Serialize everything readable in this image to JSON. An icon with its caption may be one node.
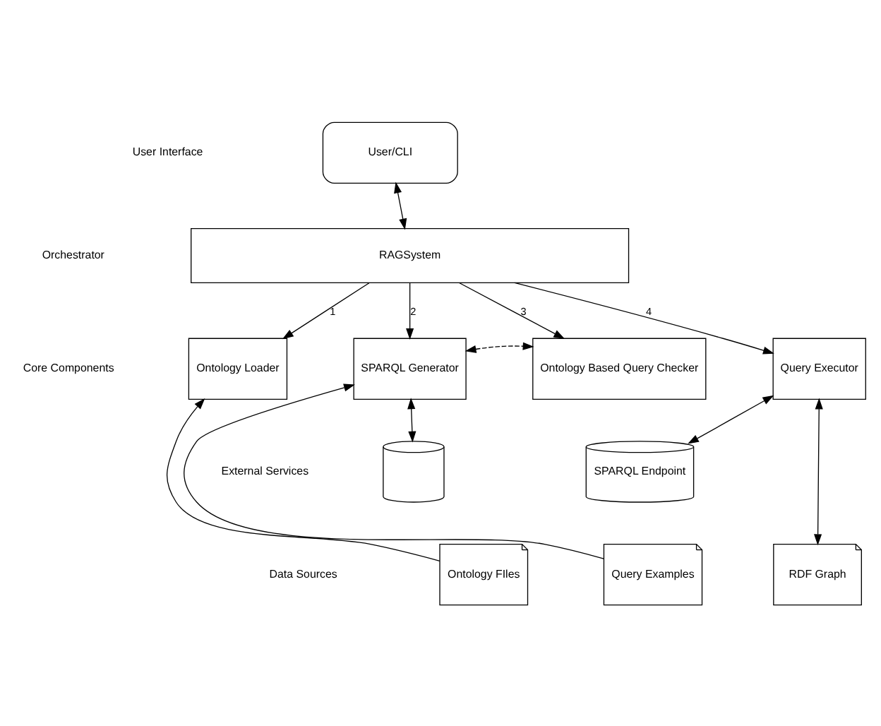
{
  "diagram": {
    "nodes": [
      {
        "text": [
          "User/CLI"
        ]
      },
      {
        "text": [
          "RAGSystem"
        ]
      },
      {
        "text": [
          "Ontology Loader"
        ]
      },
      {
        "text": [
          "SPARQL Generator"
        ]
      },
      {
        "text": [
          "Ontology Based Query Checker"
        ]
      },
      {
        "text": [
          "Query Executor"
        ]
      },
      {
        "text": [],
        "shape": "cylinder"
      },
      {
        "text": [
          "SPARQL Endpoint"
        ]
      },
      {
        "text": [
          "Ontology FIles"
        ]
      },
      {
        "text": [
          "Query Examples"
        ]
      },
      {
        "text": [
          "RDF Graph"
        ]
      }
    ],
    "edges": [
      {
        "from": 0,
        "to": 1,
        "arrow": "both"
      },
      {
        "from": 1,
        "to": 2,
        "arrow": "to",
        "label": "1"
      },
      {
        "from": 1,
        "to": 3,
        "arrow": "to",
        "label": "2"
      },
      {
        "from": 1,
        "to": 4,
        "arrow": "to",
        "label": "3"
      },
      {
        "from": 1,
        "to": 5,
        "arrow": "to",
        "label": "4"
      },
      {
        "from": 3,
        "to": 4,
        "arrow": "both",
        "style": "dashed"
      },
      {
        "from": 3,
        "to": 6,
        "arrow": "both"
      },
      {
        "from": 8,
        "to": 2,
        "arrow": "to"
      },
      {
        "from": 9,
        "to": 3,
        "arrow": "to"
      },
      {
        "from": 5,
        "to": 7,
        "arrow": "both"
      },
      {
        "from": 5,
        "to": 10,
        "arrow": "both"
      }
    ],
    "labels": [
      "User Interface",
      "Orchestrator",
      "Core Components",
      "External Services",
      "Data Sources"
    ]
  }
}
